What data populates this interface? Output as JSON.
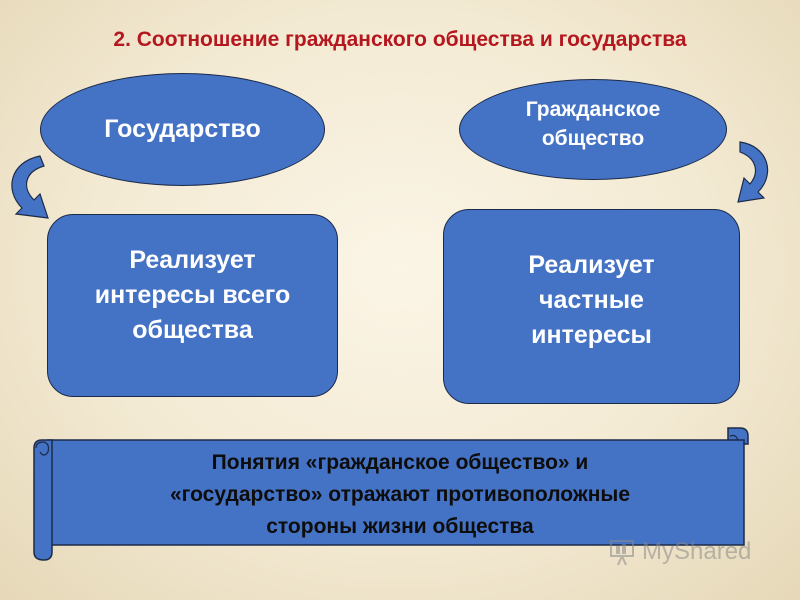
{
  "title": "2. Соотношение гражданского общества и государства",
  "left": {
    "oval_label": "Государство",
    "box_text": "Реализует\nинтересы всего\nобщества"
  },
  "right": {
    "oval_label": "Гражданское\nобщество",
    "box_text": "Реализует\nчастные\nинтересы"
  },
  "banner": {
    "text": "Понятия «гражданское общество» и\n«государство» отражают противоположные\nстороны жизни общества"
  },
  "watermark": {
    "text": "MyShared"
  },
  "colors": {
    "shape_fill": "#4472c4",
    "title": "#b5171f",
    "background": "#f3ead3"
  }
}
